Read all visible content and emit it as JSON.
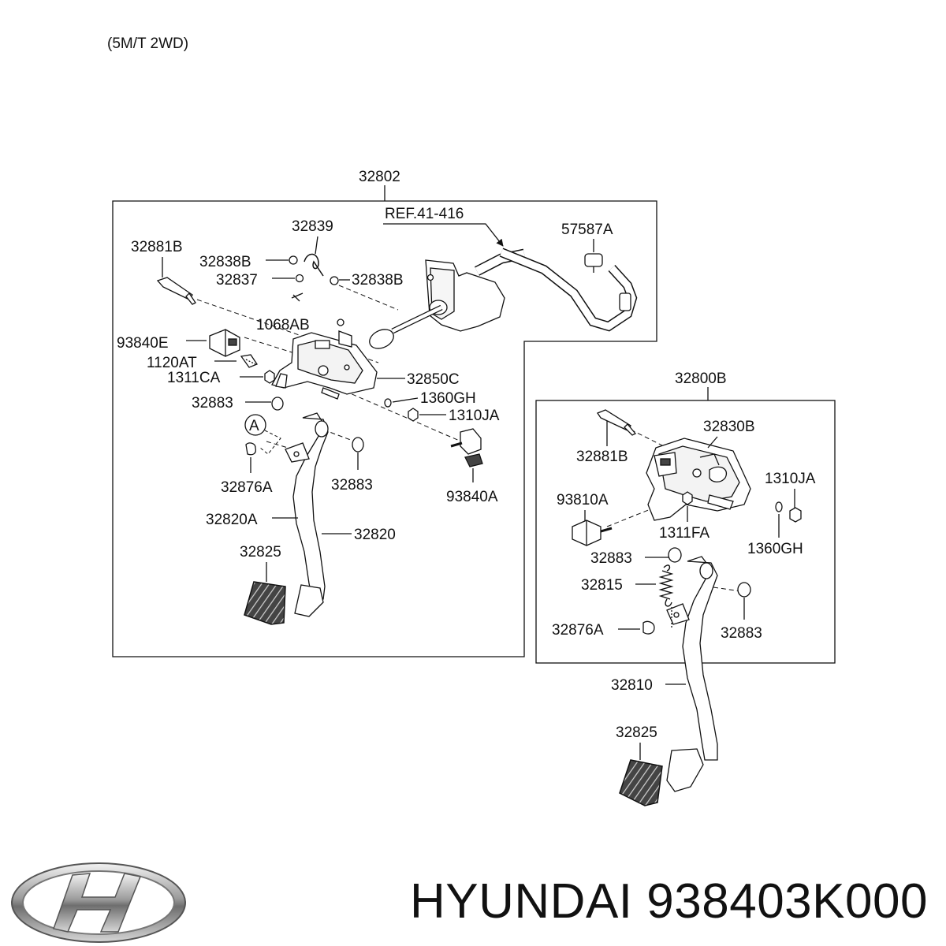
{
  "header": {
    "subtitle": "(5M/T 2WD)"
  },
  "footer": {
    "brand": "HYUNDAI",
    "part_number": "938403K000"
  },
  "logo": {
    "icon": "hyundai-logo-icon"
  },
  "left_group": {
    "assembly": "32802",
    "labels": {
      "ref": "REF.41-416",
      "p57587A": "57587A",
      "p32839": "32839",
      "p32881B": "32881B",
      "p32838B_top": "32838B",
      "p32837": "32837",
      "p32838B_right": "32838B",
      "p1068AB": "1068AB",
      "p93840E": "93840E",
      "p1120AT": "1120AT",
      "p1311CA": "1311CA",
      "p32850C": "32850C",
      "p32883_top": "32883",
      "p1360GH": "1360GH",
      "p1310JA": "1310JA",
      "circleA": "A",
      "p32876A": "32876A",
      "p32883_bottom": "32883",
      "p93840A": "93840A",
      "p32820A": "32820A",
      "p32820": "32820",
      "p32825": "32825"
    }
  },
  "right_group": {
    "assembly": "32800B",
    "labels": {
      "p32830B": "32830B",
      "p32881B": "32881B",
      "p1310JA": "1310JA",
      "p93810A": "93810A",
      "p1311FA": "1311FA",
      "p1360GH": "1360GH",
      "p32883_top": "32883",
      "p32815": "32815",
      "p32876A": "32876A",
      "p32883_right": "32883",
      "p32810": "32810",
      "p32825": "32825"
    }
  }
}
